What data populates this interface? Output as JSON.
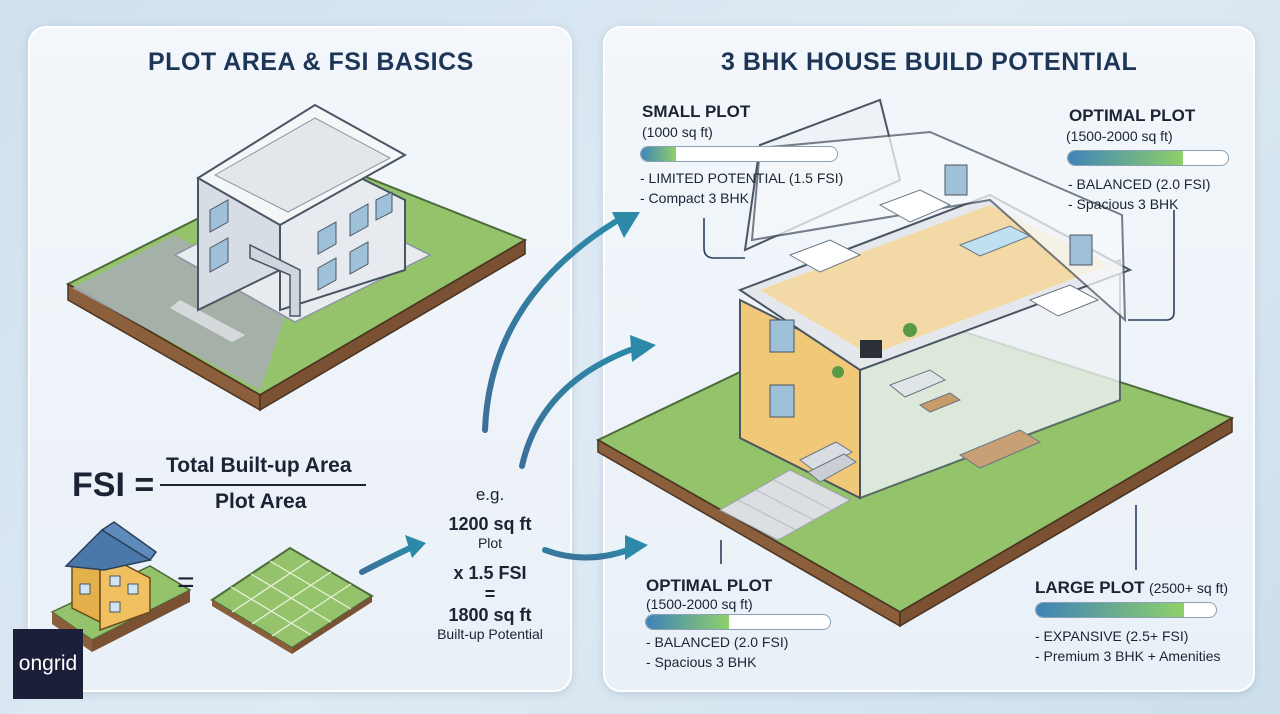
{
  "left_panel": {
    "title": "PLOT AREA & FSI BASICS",
    "formula": {
      "lhs": "FSI =",
      "numerator": "Total Built-up Area",
      "denominator": "Plot Area",
      "equals": "="
    }
  },
  "example": {
    "eg": "e.g.",
    "plot_value": "1200 sq ft",
    "plot_label": "Plot",
    "multiplier": "x 1.5 FSI",
    "equals": "=",
    "result_value": "1800 sq ft",
    "result_label": "Built-up Potential"
  },
  "right_panel": {
    "title": "3 BHK HOUSE BUILD POTENTIAL",
    "callouts": [
      {
        "title": "SMALL PLOT",
        "subtitle": "(1000 sq ft)",
        "fill": 0.18,
        "bullets": [
          "- LIMITED POTENTIAL (1.5 FSI)",
          "- Compact 3 BHK"
        ]
      },
      {
        "title": "OPTIMAL PLOT",
        "subtitle": "(1500-2000 sq ft)",
        "fill": 0.72,
        "bullets": [
          "- BALANCED (2.0 FSI)",
          "- Spacious 3 BHK"
        ]
      },
      {
        "title": "OPTIMAL PLOT",
        "subtitle": "(1500-2000 sq ft)",
        "fill": 0.45,
        "bullets": [
          "- BALANCED (2.0 FSI)",
          "- Spacious 3 BHK"
        ]
      },
      {
        "title": "LARGE PLOT",
        "subtitle": "(2500+ sq ft)",
        "fill": 0.82,
        "bullets": [
          "- EXPANSIVE (2.5+ FSI)",
          "- Premium 3 BHK + Amenities"
        ]
      }
    ]
  },
  "logo": {
    "text": "ongrid"
  },
  "colors": {
    "grass": "#94c36b",
    "soil": "#8b5e3c",
    "bar_start": "#3f83b8",
    "bar_end": "#8fd06a",
    "title": "#1d3557"
  }
}
